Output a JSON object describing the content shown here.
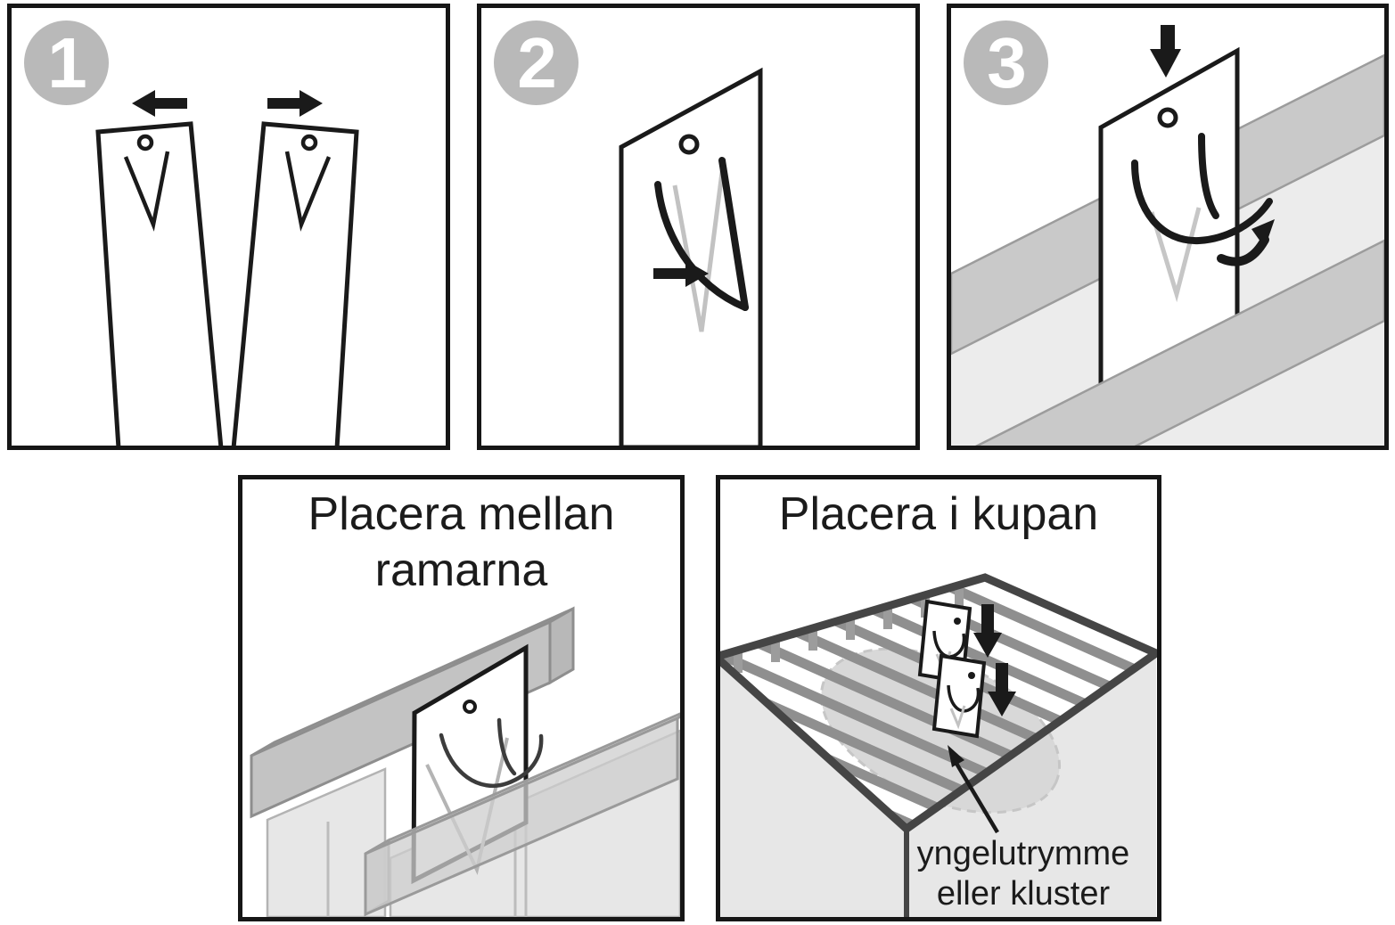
{
  "colors": {
    "background": "#ffffff",
    "panel_border": "#161616",
    "step_badge_fill": "#b9b9b9",
    "step_badge_number": "#ffffff",
    "outline_black": "#1a1a1a",
    "faded_mark_gray": "#c2c2c2",
    "top_bar_gray": "#c3c3c3",
    "frame_band_gray": "#c9c9c9",
    "light_gray": "#ececec",
    "hive_rim_dark": "#454545",
    "frame_stripe_gray": "#8f8f8f",
    "cluster_fill": "#d8d8d8"
  },
  "panels": {
    "step1": {
      "number": "1"
    },
    "step2": {
      "number": "2"
    },
    "step3": {
      "number": "3"
    },
    "between_frames": {
      "title_line1": "Placera mellan",
      "title_line2": "ramarna"
    },
    "in_hive": {
      "title": "Placera i kupan",
      "caption_line1": "yngelutrymme",
      "caption_line2": "eller kluster"
    }
  }
}
